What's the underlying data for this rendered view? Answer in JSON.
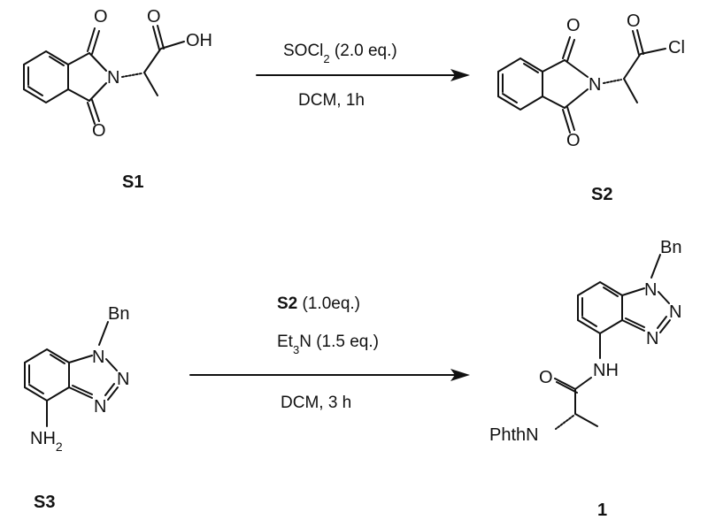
{
  "scheme": {
    "reaction1": {
      "reagent": "SOCl",
      "reagent_sub": "2",
      "reagent_equiv": " (2.0 eq.)",
      "conditions": "DCM, 1h"
    },
    "reaction2": {
      "reagent1_name": "S2",
      "reagent1_equiv": " (1.0eq.)",
      "reagent2_a": "Et",
      "reagent2_sub": "3",
      "reagent2_b": "N (1.5 eq.)",
      "conditions": "DCM, 3 h"
    }
  },
  "compounds": {
    "s1": {
      "label": "S1",
      "atom_o1": "O",
      "atom_o2": "O",
      "atom_n": "N",
      "atom_oh": "OH",
      "atom_o3": "O"
    },
    "s2": {
      "label": "S2",
      "atom_o1": "O",
      "atom_o2": "O",
      "atom_n": "N",
      "atom_o3": "O",
      "atom_cl": "Cl"
    },
    "s3": {
      "label": "S3",
      "atom_bn": "Bn",
      "atom_n1": "N",
      "atom_n2": "N",
      "atom_n3": "N",
      "atom_nh": "NH",
      "atom_nh_sub": "2"
    },
    "p1": {
      "label": "1",
      "atom_bn": "Bn",
      "atom_n1": "N",
      "atom_n2": "N",
      "atom_n3": "N",
      "atom_nh": "NH",
      "atom_o": "O",
      "atom_phthn": "PhthN"
    }
  }
}
